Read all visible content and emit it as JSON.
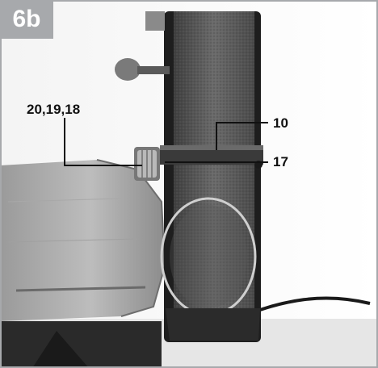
{
  "figure": {
    "tag": "6b",
    "callouts": {
      "left": "20,19,18",
      "top_right": "10",
      "bottom_right": "17"
    }
  },
  "colors": {
    "tag_background": "#a7a9ac",
    "frame": "#a7a9ac",
    "leader": "#111111"
  },
  "icons": [
    "sanding-belt-illustration",
    "grinder-housing-illustration",
    "adjustment-knob-icon"
  ]
}
